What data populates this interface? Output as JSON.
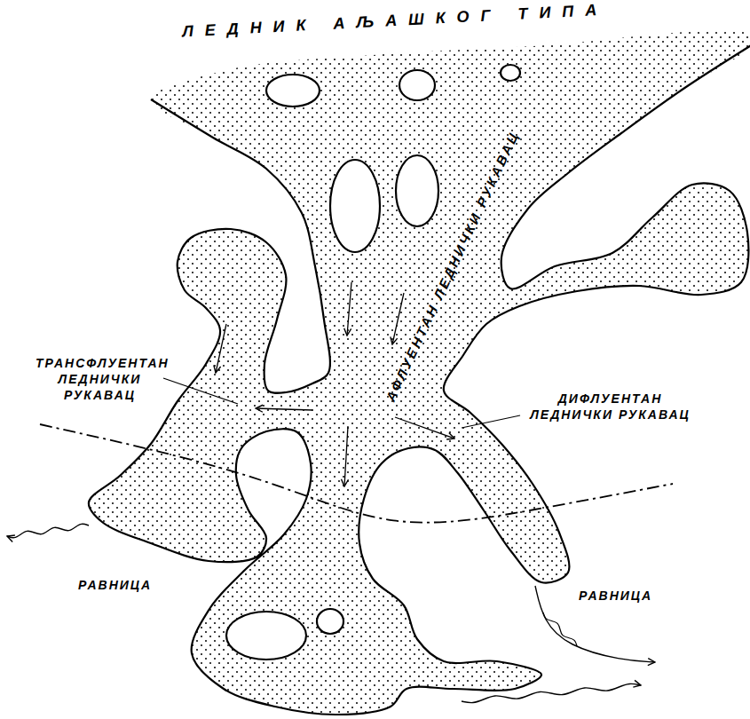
{
  "diagram": {
    "labels": [
      "ЛЕДНИК АЉАШКОГ ТИПА",
      "АФЛУЕНТАН ЛЕДНИЧКИ РУКАВАЦ",
      "ТРАНСФЛУЕНТАН ЛЕДНИЧКИ РУКАВАЦ",
      "ДИФЛУЕНТАН ЛЕДНИЧКИ РУКАВАЦ",
      "РАВНИЦА",
      "РАВНИЦА"
    ]
  }
}
